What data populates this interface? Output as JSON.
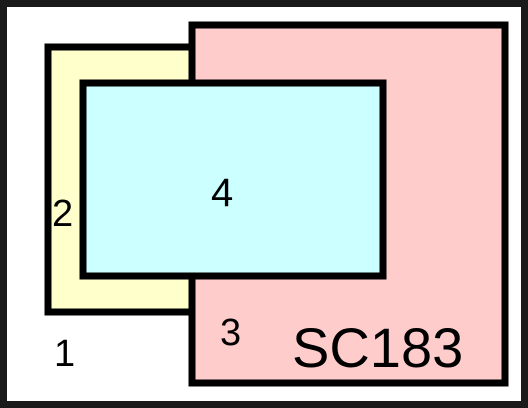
{
  "diagram": {
    "regions": [
      {
        "label": "1",
        "fill": "#ffffff"
      },
      {
        "label": "2",
        "fill": "#ffffcc"
      },
      {
        "label": "3",
        "fill": "#ffcccc"
      },
      {
        "label": "4",
        "fill": "#ccffff"
      }
    ],
    "title": "SC183",
    "colors": {
      "frame": "#1a1a1a",
      "outline": "#000000"
    }
  }
}
